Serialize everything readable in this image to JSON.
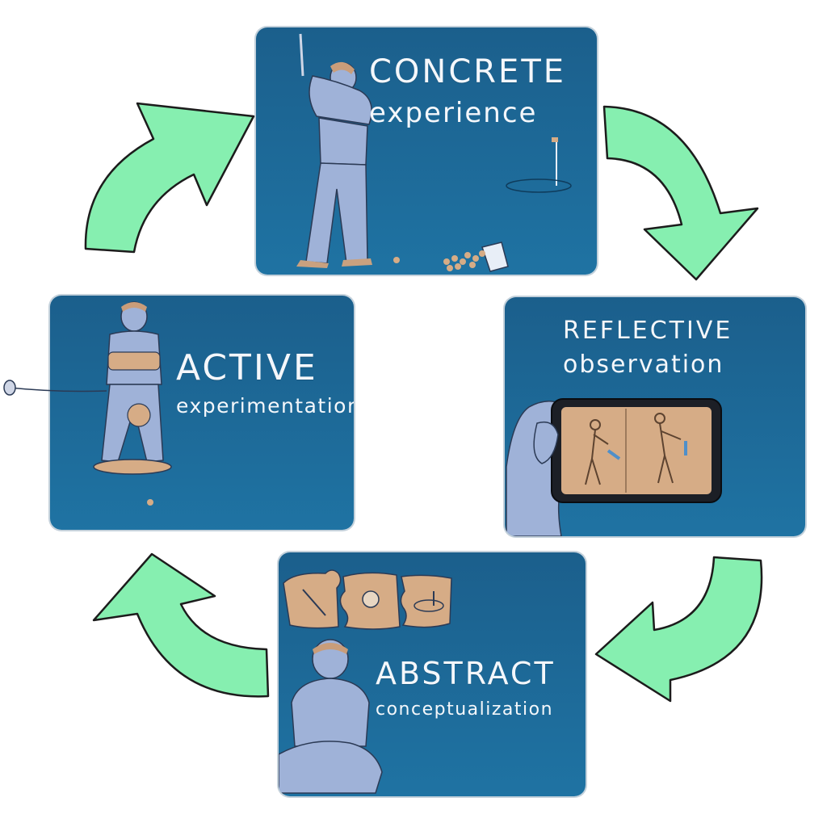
{
  "stages": {
    "concrete": {
      "title": "CONCRETE",
      "subtitle": "experience"
    },
    "reflective": {
      "title": "REFLECTIVE",
      "subtitle": "observation"
    },
    "abstract": {
      "title": "ABSTRACT",
      "subtitle": "conceptualization"
    },
    "active": {
      "title": "ACTIVE",
      "subtitle": "experimentation"
    }
  },
  "colors": {
    "panel_blue": "#1f6d9b",
    "panel_deep": "#145a86",
    "arrow_green": "#86efb0",
    "figure_blue": "#9fb2d8",
    "tan": "#d6ac86",
    "text": "#f4f7fb"
  },
  "icons": [
    "golfer-swing",
    "hand-phone-video",
    "puzzle-pieces",
    "thinking-person",
    "balance-board-golfer",
    "cycle-arrow"
  ]
}
